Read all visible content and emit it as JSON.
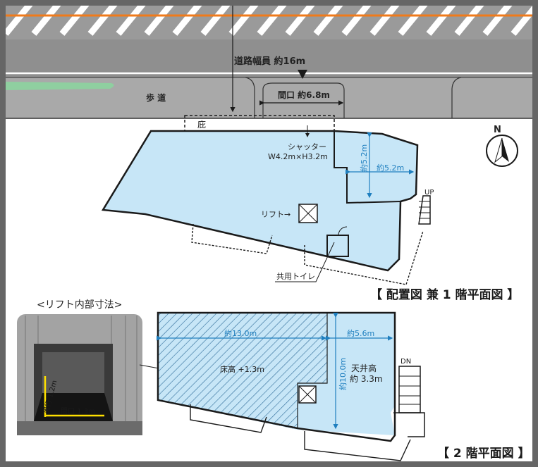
{
  "road": {
    "width_label": "道路幅員 約16m",
    "sidewalk_label": "歩 道",
    "frontage_label": "間口 約6.8m"
  },
  "floor1": {
    "canopy_label": "庇",
    "shutter_label": "シャッター",
    "shutter_size": "W4.2m×H3.2m",
    "dim_depth": "約5.2m",
    "dim_width": "約5.2m",
    "lift_label": "リフト→",
    "up_label": "UP",
    "toilet_label": "共用トイレ",
    "compass": "N",
    "title": "【 配置図 兼 1 階平面図 】"
  },
  "lift_photo": {
    "caption": "<リフト内部寸法>",
    "depth_label": "奥行 1.2m",
    "width_label": "間口 1.3m"
  },
  "floor2": {
    "dim_left_width": "約13.0m",
    "dim_right_width": "約5.6m",
    "dim_depth": "約10.0m",
    "floor_height": "床高 +1.3m",
    "ceiling_label": "天井高",
    "ceiling_value": "約 3.3m",
    "dn_label": "DN",
    "title": "【 2 階平面図 】"
  },
  "colors": {
    "room_fill": "#c7e6f7",
    "road": "#8f8f8f",
    "frame": "#666666",
    "dimension": "#1f7fbf",
    "center_line": "#f07a1a"
  }
}
